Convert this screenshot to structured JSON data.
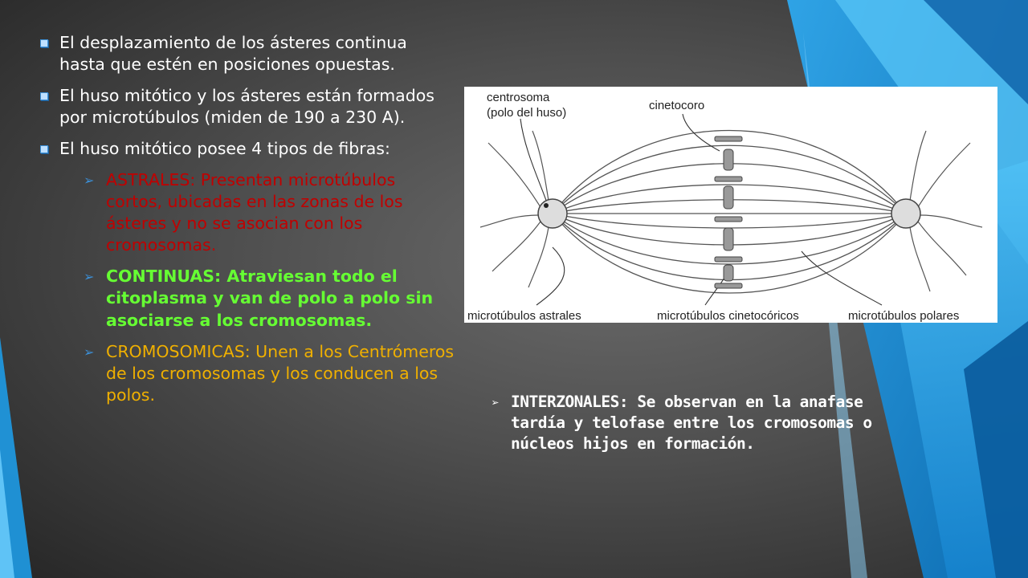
{
  "slide": {
    "bullets": [
      {
        "text": "El desplazamiento de los ásteres continua hasta que estén en posiciones opuestas."
      },
      {
        "text": "El huso mitótico y los ásteres están formados por microtúbulos (miden de 190 a 230 A)."
      },
      {
        "text": " El huso mitótico posee 4 tipos de fibras:"
      }
    ],
    "fiber_types": [
      {
        "text": "ASTRALES: Presentan microtúbulos cortos, ubicadas en las zonas de los ásteres y no se asocian con los cromosomas.",
        "color": "#c00000"
      },
      {
        "text": "CONTINUAS: Atraviesan todo el citoplasma y van de polo a polo sin asociarse a los cromosomas.",
        "color": "#66ff33"
      },
      {
        "text": "CROMOSOMICAS: Unen a los Centrómeros de los cromosomas y los conducen a los polos.",
        "color": "#f0b000"
      }
    ],
    "interzonal": {
      "text": "INTERZONALES: Se observan en la anafase tardía y telofase entre los cromosomas o núcleos hijos en formación."
    }
  },
  "diagram": {
    "label_centrosoma_1": "centrosoma",
    "label_centrosoma_2": "(polo del huso)",
    "label_cinetocoro": "cinetocoro",
    "label_astrales": "microtúbulos astrales",
    "label_cinetocoricos": "microtúbulos cinetocóricos",
    "label_polares": "microtúbulos polares"
  },
  "colors": {
    "accent_blue": "#1e9be6",
    "text_red": "#c00000",
    "text_green": "#66ff33",
    "text_orange": "#f0b000"
  }
}
